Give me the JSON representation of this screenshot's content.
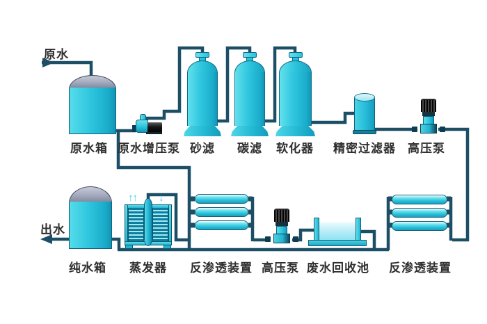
{
  "diagram": {
    "inlet_label": "原水",
    "outlet_label": "出水",
    "top_row": [
      {
        "id": "raw-water-tank",
        "label": "原水箱"
      },
      {
        "id": "booster-pump",
        "label": "原水增压泵"
      },
      {
        "id": "sand-filter",
        "label": "砂滤"
      },
      {
        "id": "carbon-filter",
        "label": "碳滤"
      },
      {
        "id": "softener",
        "label": "软化器"
      },
      {
        "id": "precision-filter",
        "label": "精密过滤器"
      },
      {
        "id": "high-pressure-pump-1",
        "label": "高压泵"
      }
    ],
    "bottom_row": [
      {
        "id": "pure-water-tank",
        "label": "纯水箱"
      },
      {
        "id": "evaporator",
        "label": "蒸发器"
      },
      {
        "id": "ro-unit-1",
        "label": "反渗透装置"
      },
      {
        "id": "high-pressure-pump-2",
        "label": "高压泵"
      },
      {
        "id": "waste-water-pool",
        "label": "废水回收池"
      },
      {
        "id": "ro-unit-2",
        "label": "反渗透装置"
      }
    ],
    "icons": {
      "vapor_up": "↑↑",
      "vapor_down": "↓"
    },
    "colors": {
      "equipment_cyan": "#2cc7e0",
      "equipment_outline": "#0f6c88",
      "pipe": "#1c4f66",
      "dome_gray": "#9aa0b5",
      "pool_water_light": "#b5ecf7",
      "pump_motor_black": "#151515",
      "label_text": "#2f2f2f",
      "background": "#ffffff"
    }
  }
}
